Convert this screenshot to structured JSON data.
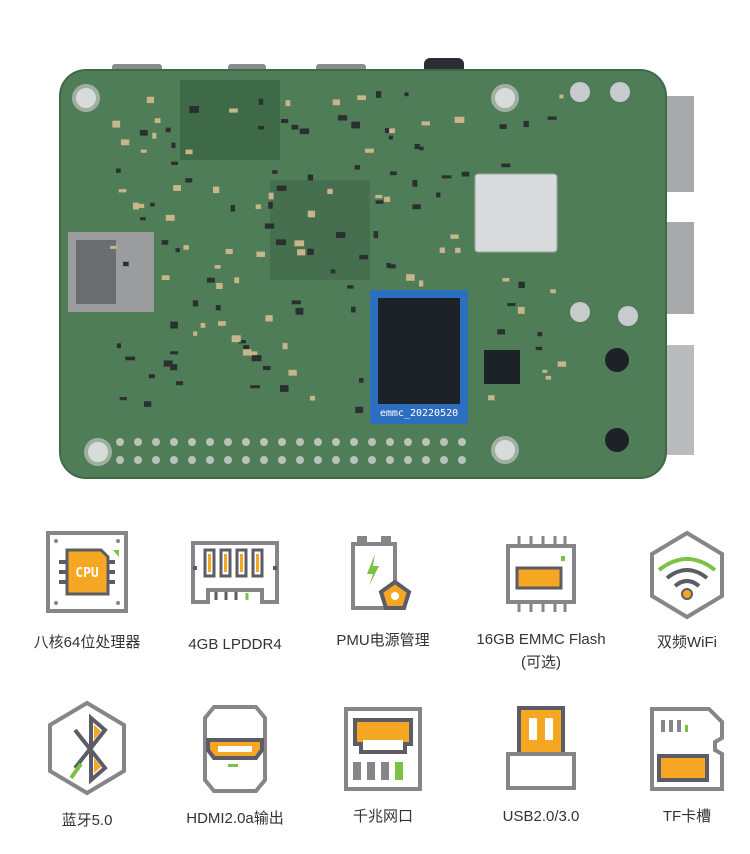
{
  "board": {
    "chip_label": "emmc_20220520"
  },
  "features": [
    {
      "label": "八核64位处理器",
      "icon": "cpu-icon",
      "icon_text": "CPU"
    },
    {
      "label": "4GB LPDDR4",
      "icon": "ram-icon"
    },
    {
      "label": "PMU电源管理",
      "icon": "battery-icon"
    },
    {
      "label": "16GB EMMC Flash",
      "sub": "(可选)",
      "icon": "flash-chip-icon"
    },
    {
      "label": "双频WiFi",
      "icon": "wifi-icon"
    },
    {
      "label": "蓝牙5.0",
      "icon": "bluetooth-icon"
    },
    {
      "label": "HDMI2.0a输出",
      "icon": "hdmi-icon"
    },
    {
      "label": "千兆网口",
      "icon": "ethernet-icon"
    },
    {
      "label": "USB2.0/3.0",
      "icon": "usb-icon"
    },
    {
      "label": "TF卡槽",
      "icon": "tf-card-icon"
    }
  ],
  "colors": {
    "gray": "#86868a",
    "dark": "#5c5c66",
    "orange": "#f5a623",
    "green": "#7cc242",
    "pcb": "#4f7d58"
  }
}
